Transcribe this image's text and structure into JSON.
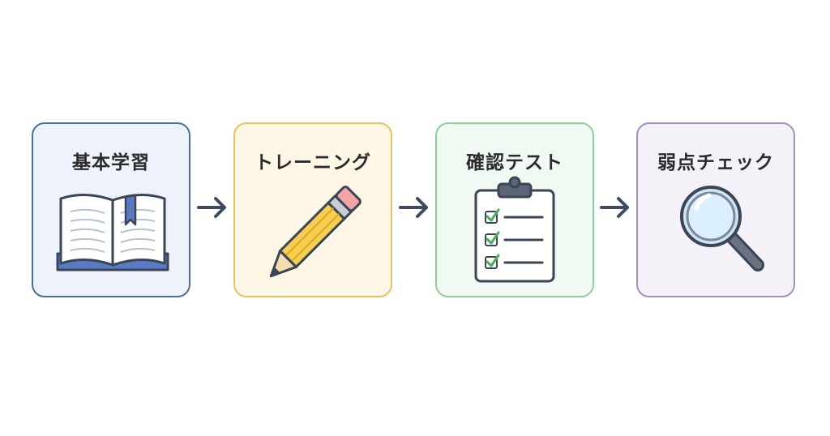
{
  "steps": [
    {
      "title": "基本学習",
      "icon": "book-icon",
      "border": "#4d6d9a",
      "fill": "#edf2fb"
    },
    {
      "title": "トレーニング",
      "icon": "pencil-icon",
      "border": "#e8c25a",
      "fill": "#fff7e6"
    },
    {
      "title": "確認テスト",
      "icon": "clipboard-checklist-icon",
      "border": "#8fcf98",
      "fill": "#f1faf2"
    },
    {
      "title": "弱点チェック",
      "icon": "magnifying-glass-icon",
      "border": "#a48fc4",
      "fill": "#f4f1f9"
    }
  ],
  "colors": {
    "arrow": "#3e4a5e",
    "outline": "#3b4556"
  }
}
